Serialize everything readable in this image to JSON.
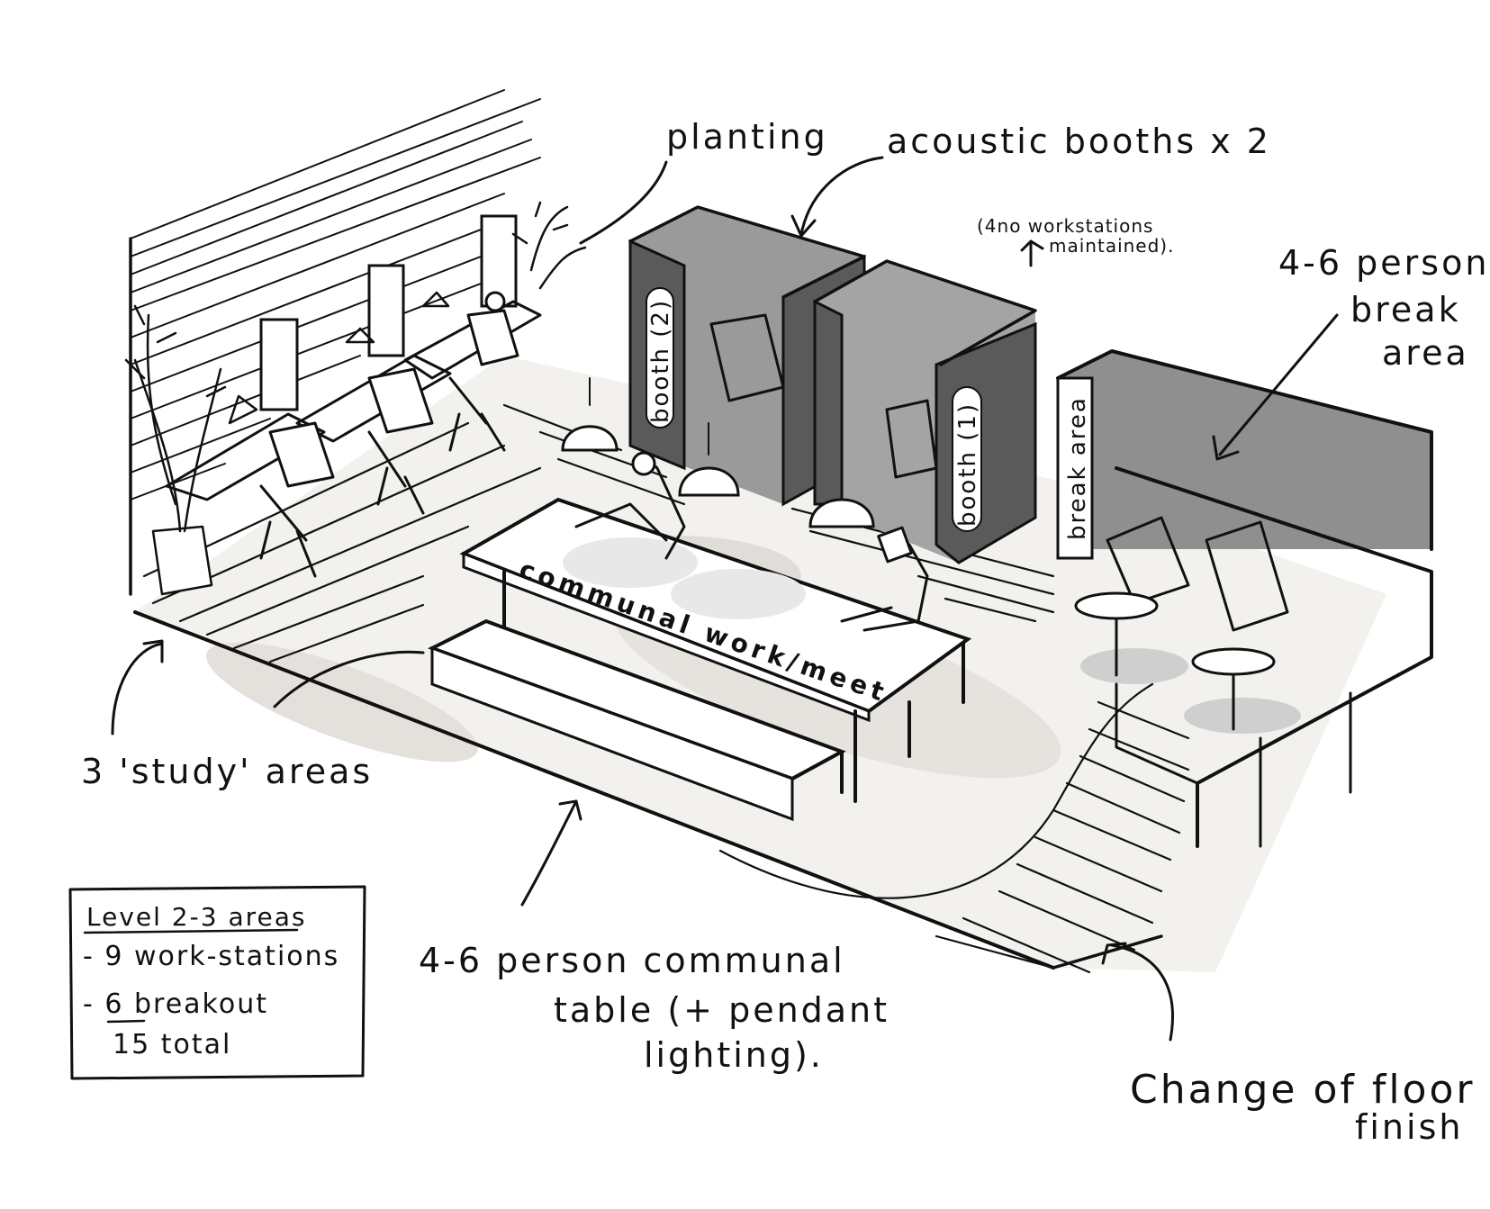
{
  "annotations": {
    "planting": "planting",
    "acoustic_booths": "acoustic booths x 2",
    "workstations_note_line1": "(4no workstations",
    "workstations_note_line2": "maintained).",
    "break_area_note_line1": "4-6 person",
    "break_area_note_line2": "break",
    "break_area_note_line3": "area",
    "study_areas": "3 'study' areas",
    "communal_table_line1": "4-6 person communal",
    "communal_table_line2": "table (+ pendant",
    "communal_table_line3": "lighting).",
    "floor_change_line1": "Change of floor",
    "floor_change_line2": "finish"
  },
  "in_drawing_labels": {
    "communal_table": "communal work/meet",
    "booth_2": "booth (2)",
    "booth_1": "booth (1)",
    "break_area": "break area"
  },
  "legend": {
    "title": "Level 2-3 areas",
    "rows": [
      "- 9 work-stations",
      "- 6 breakout",
      "15 total"
    ]
  },
  "colors": {
    "ink": "#111111",
    "booth_dark": "#5a5a5a",
    "booth_mid": "#9a9a9a",
    "wall_grey": "#8f8f8f",
    "shadow": "#d9d9d9",
    "floor_tint": "#efece8"
  }
}
